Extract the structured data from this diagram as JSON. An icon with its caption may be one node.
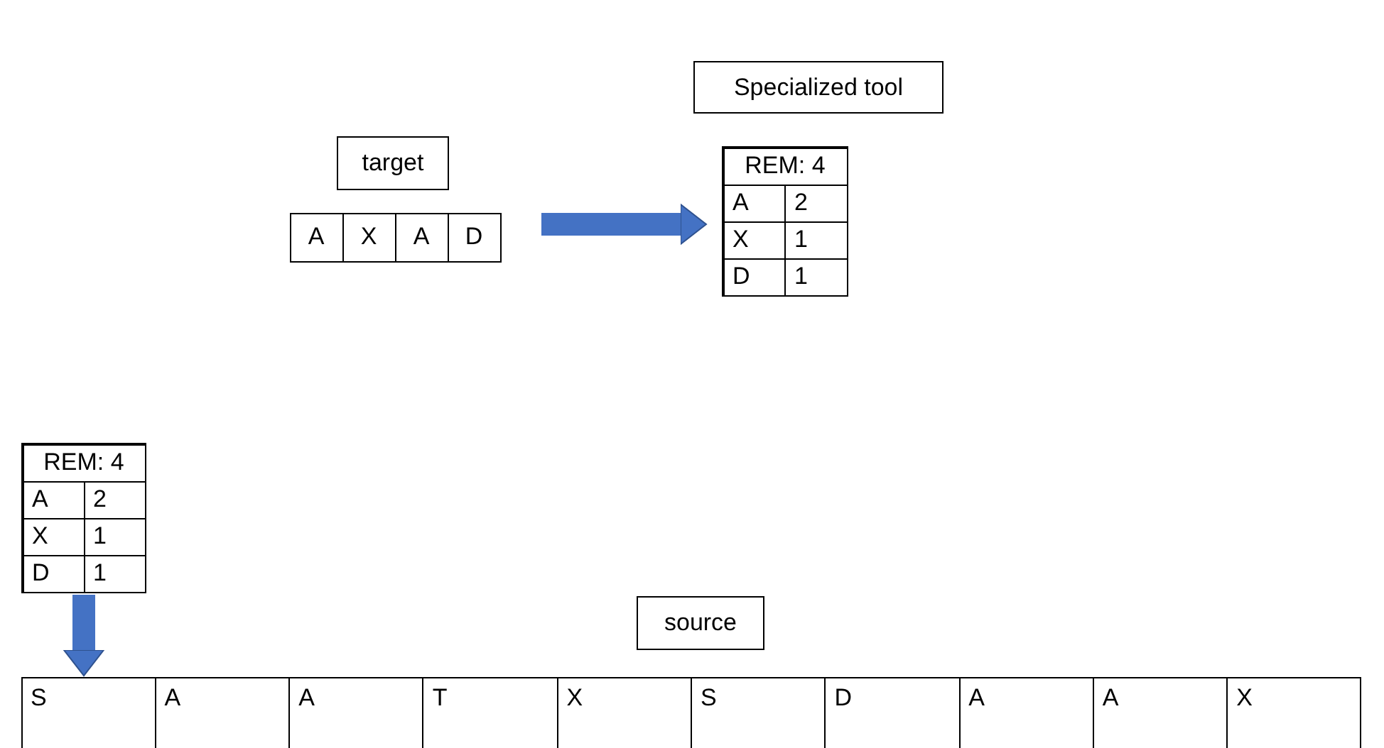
{
  "diagram": {
    "nodes": [
      {
        "text": [
          "target"
        ]
      },
      {
        "text": [
          "A",
          "X",
          "A",
          "D"
        ]
      },
      {
        "text": [
          "Specialized tool"
        ]
      },
      {
        "text": [
          "REM: 4",
          "A",
          "2",
          "X",
          "1",
          "D",
          "1"
        ]
      },
      {
        "text": [
          "REM: 4",
          "A",
          "2",
          "X",
          "1",
          "D",
          "1"
        ]
      },
      {
        "text": [
          "source"
        ]
      },
      {
        "text": [
          "S",
          "A",
          "A",
          "T",
          "X",
          "S",
          "D",
          "A",
          "A",
          "X"
        ]
      }
    ],
    "edges": [
      {
        "from": 1,
        "to": 3,
        "arrow": "to"
      },
      {
        "from": 4,
        "to": 6,
        "arrow": "to"
      }
    ]
  }
}
